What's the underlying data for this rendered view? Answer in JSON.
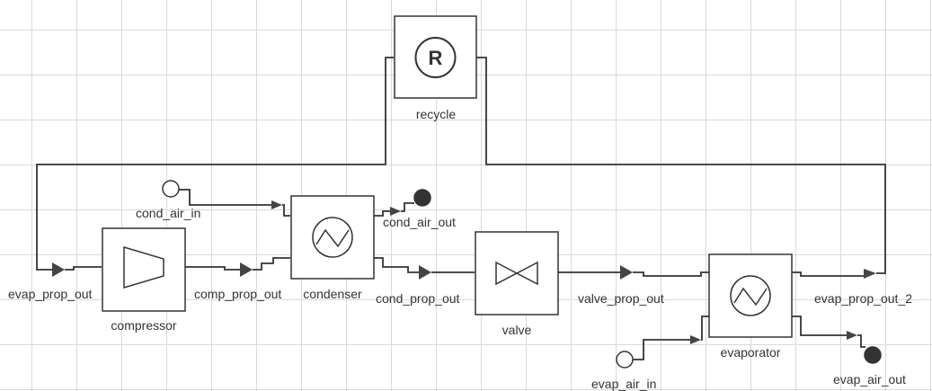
{
  "units": {
    "recycle": {
      "label": "recycle",
      "symbol": "R"
    },
    "compressor": {
      "label": "compressor"
    },
    "condenser": {
      "label": "condenser"
    },
    "valve": {
      "label": "valve"
    },
    "evaporator": {
      "label": "evaporator"
    }
  },
  "streams": {
    "evap_prop_out": "evap_prop_out",
    "comp_prop_out": "comp_prop_out",
    "cond_prop_out": "cond_prop_out",
    "valve_prop_out": "valve_prop_out",
    "evap_prop_out_2": "evap_prop_out_2"
  },
  "ports": {
    "cond_air_in": "cond_air_in",
    "cond_air_out": "cond_air_out",
    "evap_air_in": "evap_air_in",
    "evap_air_out": "evap_air_out"
  },
  "colors": {
    "line": "#333333",
    "grid": "#d9d9d9",
    "port_fill": "#333333"
  }
}
